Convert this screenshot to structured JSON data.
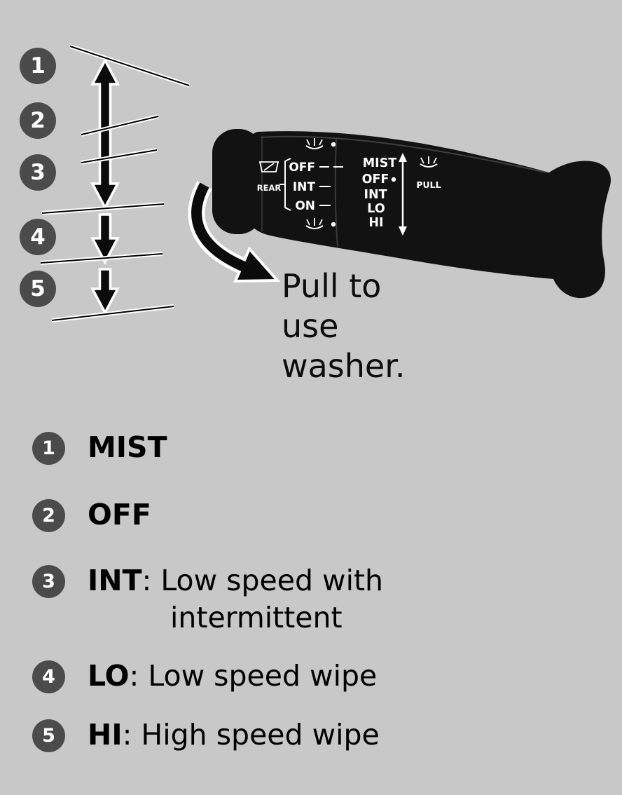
{
  "colors": {
    "background": "#c8c8c8",
    "badge": "#4b4b4b",
    "stalk": "#121212",
    "stalk_label": "#ffffff",
    "text": "#000000"
  },
  "callouts": {
    "nums": [
      "1",
      "2",
      "3",
      "4",
      "5"
    ]
  },
  "stalk": {
    "rear_group": {
      "label": "REAR",
      "positions": [
        "OFF",
        "INT",
        "ON"
      ],
      "icons": [
        "washer-icon",
        "rear-wiper-icon",
        "washer-icon"
      ]
    },
    "front_group": {
      "positions": [
        "MIST",
        "OFF",
        "INT",
        "LO",
        "HI"
      ],
      "pull_label": "PULL",
      "icons": [
        "front-washer-icon"
      ]
    }
  },
  "annotation": {
    "lines": [
      "Pull to",
      "use",
      "washer."
    ]
  },
  "legend": {
    "items": [
      {
        "num": "1",
        "term": "MIST",
        "desc": ""
      },
      {
        "num": "2",
        "term": "OFF",
        "desc": ""
      },
      {
        "num": "3",
        "term": "INT",
        "desc": ": Low speed with intermittent"
      },
      {
        "num": "4",
        "term": "LO",
        "desc": ": Low speed wipe"
      },
      {
        "num": "5",
        "term": "HI",
        "desc": ": High speed wipe"
      }
    ]
  }
}
